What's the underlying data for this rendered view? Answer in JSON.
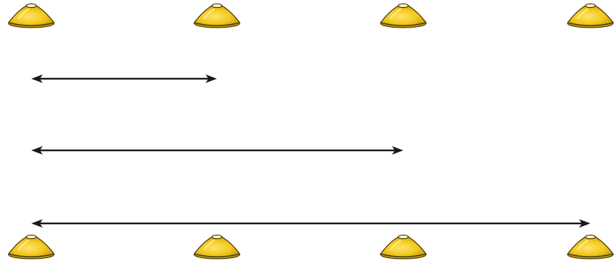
{
  "diagram": {
    "cones": {
      "icon": "marker-cone-icon",
      "color": "#f2c81c",
      "shade_color": "#b8920c",
      "outline_color": "#3a2e05",
      "rows": [
        "top",
        "bottom"
      ],
      "per_row": 4
    },
    "arrows": [
      {
        "from_cone": 1,
        "to_cone": 2
      },
      {
        "from_cone": 1,
        "to_cone": 3
      },
      {
        "from_cone": 1,
        "to_cone": 4
      }
    ],
    "arrow_color": "#1a1a1a"
  }
}
